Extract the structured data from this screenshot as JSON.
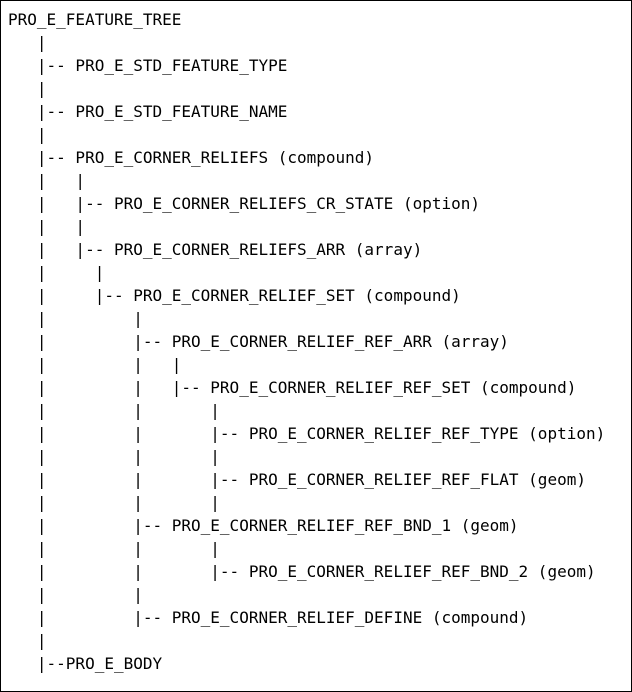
{
  "tree_lines": [
    "PRO_E_FEATURE_TREE",
    "   |",
    "   |-- PRO_E_STD_FEATURE_TYPE",
    "   |",
    "   |-- PRO_E_STD_FEATURE_NAME",
    "   |",
    "   |-- PRO_E_CORNER_RELIEFS (compound)",
    "   |   |",
    "   |   |-- PRO_E_CORNER_RELIEFS_CR_STATE (option)",
    "   |   |",
    "   |   |-- PRO_E_CORNER_RELIEFS_ARR (array)",
    "   |     |",
    "   |     |-- PRO_E_CORNER_RELIEF_SET (compound)",
    "   |         |",
    "   |         |-- PRO_E_CORNER_RELIEF_REF_ARR (array)",
    "   |         |   |",
    "   |         |   |-- PRO_E_CORNER_RELIEF_REF_SET (compound)",
    "   |         |       |",
    "   |         |       |-- PRO_E_CORNER_RELIEF_REF_TYPE (option)",
    "   |         |       |",
    "   |         |       |-- PRO_E_CORNER_RELIEF_REF_FLAT (geom)",
    "   |         |       |",
    "   |         |-- PRO_E_CORNER_RELIEF_REF_BND_1 (geom)",
    "   |         |       |",
    "   |         |       |-- PRO_E_CORNER_RELIEF_REF_BND_2 (geom)",
    "   |         |",
    "   |         |-- PRO_E_CORNER_RELIEF_DEFINE (compound)",
    "   |",
    "   |--PRO_E_BODY"
  ]
}
